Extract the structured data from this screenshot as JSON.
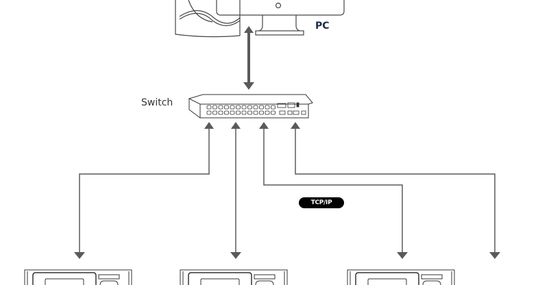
{
  "diagram": {
    "type": "network-topology",
    "nodes": {
      "pc": {
        "label": "PC"
      },
      "switch": {
        "label": "Switch"
      },
      "devices": [
        {
          "id": "device-1"
        },
        {
          "id": "device-2"
        },
        {
          "id": "device-3"
        },
        {
          "id": "device-4-offscreen"
        }
      ]
    },
    "connections": [
      {
        "from": "pc",
        "to": "switch",
        "direction": "bidirectional"
      },
      {
        "from": "switch",
        "to": "device-1",
        "direction": "bidirectional"
      },
      {
        "from": "switch",
        "to": "device-2",
        "direction": "bidirectional"
      },
      {
        "from": "switch",
        "to": "device-3",
        "direction": "bidirectional"
      },
      {
        "from": "switch",
        "to": "device-4-offscreen",
        "direction": "bidirectional"
      }
    ],
    "protocol_badge": "TCP/IP",
    "colors": {
      "line": "#5a5a5a",
      "outline": "#333333",
      "badge_bg": "#000000",
      "badge_text": "#ffffff",
      "pc_label": "#1f2a44"
    }
  }
}
